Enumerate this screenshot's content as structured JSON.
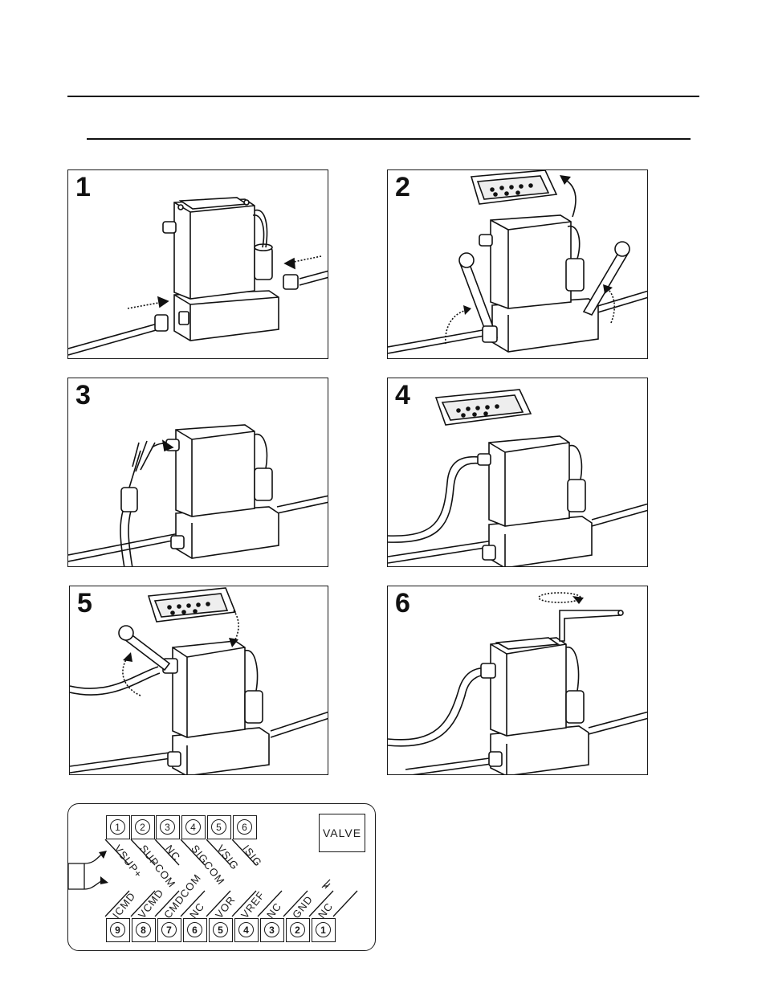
{
  "panels": [
    {
      "number": "1"
    },
    {
      "number": "2"
    },
    {
      "number": "3"
    },
    {
      "number": "4"
    },
    {
      "number": "5"
    },
    {
      "number": "6"
    }
  ],
  "pinout": {
    "top_connector": [
      {
        "pin": "1",
        "label": "VSUP+"
      },
      {
        "pin": "2",
        "label": "SUPCOM"
      },
      {
        "pin": "3",
        "label": "NC"
      },
      {
        "pin": "4",
        "label": "SIGCOM"
      },
      {
        "pin": "5",
        "label": "VSIG"
      },
      {
        "pin": "6",
        "label": "ISIG"
      }
    ],
    "bottom_connector": [
      {
        "pin": "9",
        "label": "ICMD"
      },
      {
        "pin": "8",
        "label": "VCMD"
      },
      {
        "pin": "7",
        "label": "CMDCOM"
      },
      {
        "pin": "6",
        "label": "NC"
      },
      {
        "pin": "5",
        "label": "VOR"
      },
      {
        "pin": "4",
        "label": "VREF"
      },
      {
        "pin": "3",
        "label": "NC"
      },
      {
        "pin": "2",
        "label": "GND"
      },
      {
        "pin": "1",
        "label": "NC"
      }
    ],
    "valve_label": "VALVE"
  }
}
